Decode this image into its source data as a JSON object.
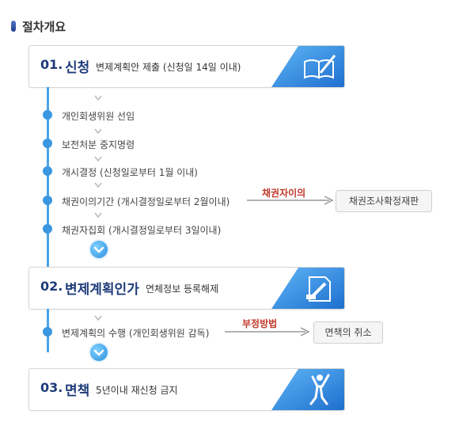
{
  "section": {
    "title": "절차개요"
  },
  "steps": [
    {
      "num": "01.",
      "name": "신청",
      "desc": "변제계획안 제출 (신청일 14일 이내)",
      "icon": "book-pen-icon"
    },
    {
      "num": "02.",
      "name": "변제계획인가",
      "desc": "연체정보 등록해제",
      "icon": "approval-stamp-icon"
    },
    {
      "num": "03.",
      "name": "면책",
      "desc": "5년이내 재신청 금지",
      "icon": "person-celebrate-icon"
    }
  ],
  "phase1_items": [
    "개인회생위원 선임",
    "보전처분 중지명령",
    "개시결정 (신청일로부터 1월 이내)",
    "채권이의기간 (개시결정일로부터 2월이내)",
    "채권자집회 (개시결정일로부터 3일이내)"
  ],
  "phase2_items": [
    "변제계획의 수행 (개인회생위원 감독)"
  ],
  "branches": [
    {
      "label": "채권자이의",
      "target": "채권조사확정재판"
    },
    {
      "label": "부정방법",
      "target": "면책의 취소"
    }
  ],
  "colors": {
    "accent": "#1f3c7a",
    "line": "#4aa3e8",
    "badge": "#2a7fd4",
    "branch_label": "#c0392b"
  }
}
